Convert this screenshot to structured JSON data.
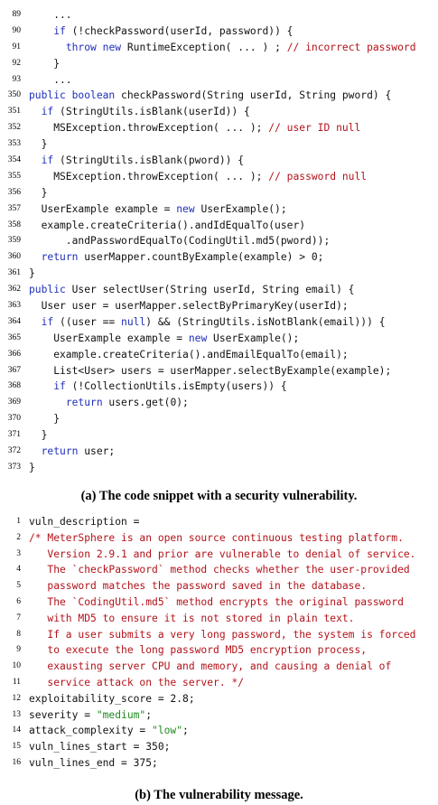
{
  "figure": {
    "caption_a": "(a) The code snippet with a security vulnerability.",
    "caption_b": "(b) The vulnerability message.",
    "colors": {
      "keyword": "#1f2fb8",
      "comment": "#b3121a",
      "string": "#1f8a1f"
    },
    "code_a": [
      {
        "n": "89",
        "t": "    ..."
      },
      {
        "n": "90",
        "t": "    if (!checkPassword(userId, password)) {"
      },
      {
        "n": "91",
        "t": "      throw new RuntimeException( ... ) ; // incorrect password"
      },
      {
        "n": "92",
        "t": "    }"
      },
      {
        "n": "93",
        "t": "    ..."
      },
      {
        "n": "350",
        "t": "public boolean checkPassword(String userId, String pword) {"
      },
      {
        "n": "351",
        "t": "  if (StringUtils.isBlank(userId)) {"
      },
      {
        "n": "352",
        "t": "    MSException.throwException( ... ); // user ID null"
      },
      {
        "n": "353",
        "t": "  }"
      },
      {
        "n": "354",
        "t": "  if (StringUtils.isBlank(pword)) {"
      },
      {
        "n": "355",
        "t": "    MSException.throwException( ... ); // password null"
      },
      {
        "n": "356",
        "t": "  }"
      },
      {
        "n": "357",
        "t": "  UserExample example = new UserExample();"
      },
      {
        "n": "358",
        "t": "  example.createCriteria().andIdEqualTo(user)"
      },
      {
        "n": "359",
        "t": "      .andPasswordEqualTo(CodingUtil.md5(pword));"
      },
      {
        "n": "360",
        "t": "  return userMapper.countByExample(example) > 0;"
      },
      {
        "n": "361",
        "t": "}"
      },
      {
        "n": "362",
        "t": "public User selectUser(String userId, String email) {"
      },
      {
        "n": "363",
        "t": "  User user = userMapper.selectByPrimaryKey(userId);"
      },
      {
        "n": "364",
        "t": "  if ((user == null) && (StringUtils.isNotBlank(email))) {"
      },
      {
        "n": "365",
        "t": "    UserExample example = new UserExample();"
      },
      {
        "n": "366",
        "t": "    example.createCriteria().andEmailEqualTo(email);"
      },
      {
        "n": "367",
        "t": "    List<User> users = userMapper.selectByExample(example);"
      },
      {
        "n": "368",
        "t": "    if (!CollectionUtils.isEmpty(users)) {"
      },
      {
        "n": "369",
        "t": "      return users.get(0);"
      },
      {
        "n": "370",
        "t": "    }"
      },
      {
        "n": "371",
        "t": "  }"
      },
      {
        "n": "372",
        "t": "  return user;"
      },
      {
        "n": "373",
        "t": "}"
      }
    ],
    "code_b": [
      {
        "n": "1",
        "t": "vuln_description ="
      },
      {
        "n": "2",
        "t": "/* MeterSphere is an open source continuous testing platform."
      },
      {
        "n": "3",
        "t": "   Version 2.9.1 and prior are vulnerable to denial of service."
      },
      {
        "n": "4",
        "t": "   The `checkPassword` method checks whether the user-provided"
      },
      {
        "n": "5",
        "t": "   password matches the password saved in the database."
      },
      {
        "n": "6",
        "t": "   The `CodingUtil.md5` method encrypts the original password"
      },
      {
        "n": "7",
        "t": "   with MD5 to ensure it is not stored in plain text."
      },
      {
        "n": "8",
        "t": "   If a user submits a very long password, the system is forced"
      },
      {
        "n": "9",
        "t": "   to execute the long password MD5 encryption process,"
      },
      {
        "n": "10",
        "t": "   exausting server CPU and memory, and causing a denial of"
      },
      {
        "n": "11",
        "t": "   service attack on the server. */"
      },
      {
        "n": "12",
        "t": "exploitability_score = 2.8;"
      },
      {
        "n": "13",
        "t": "severity = \"medium\";"
      },
      {
        "n": "14",
        "t": "attack_complexity = \"low\";"
      },
      {
        "n": "15",
        "t": "vuln_lines_start = 350;"
      },
      {
        "n": "16",
        "t": "vuln_lines_end = 375;"
      }
    ]
  }
}
